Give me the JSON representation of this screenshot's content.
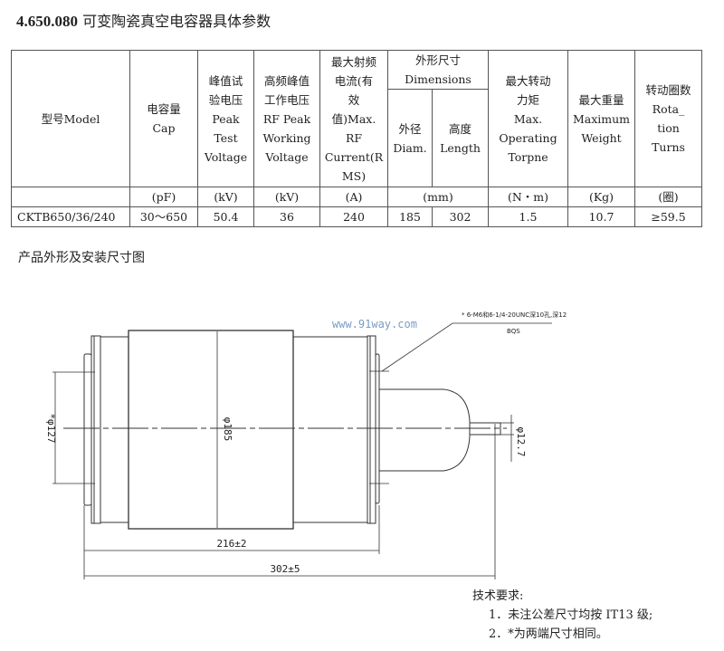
{
  "title": {
    "code": "4.650.080",
    "text": " 可变陶瓷真空电容器具体参数"
  },
  "table": {
    "headers": {
      "model": "型号Model",
      "cap": "电容量\nCap",
      "peak_test": "峰值试\n验电压\nPeak\nTest\nVoltage",
      "rf_peak": "高频峰值\n工作电压\nRF Peak\nWorking\nVoltage",
      "rf_current": "最大射频\n电流(有\n效\n值)Max.\nRF\nCurrent(R\nMS)",
      "dimensions": "外形尺寸\nDimensions",
      "diam": "外径\nDiam.",
      "length": "高度\nLength",
      "torque": "最大转动\n力矩\nMax.\nOperating\nTorpne",
      "weight": "最大重量\nMaximum\nWeight",
      "turns": "转动圈数\nRota_\ntion\nTurns"
    },
    "units": [
      "(pF)",
      "(kV)",
      "(kV)",
      "(A)",
      "(mm)",
      "(N・m)",
      "(Kg)",
      "(圈)"
    ],
    "row": [
      "CKTB650/36/240",
      "30～650",
      "50.4",
      "36",
      "240",
      "185",
      "302",
      "1.5",
      "10.7",
      "≥59.5"
    ]
  },
  "section_title": "产品外形及安装尺寸图",
  "drawing": {
    "watermark": "www.91way.com",
    "note_callout": "* 6-M6和6-1/4-20UNC深10孔,深12",
    "note_callout2": "BQS",
    "dim_flange": "*φ127",
    "dim_body": "φ185",
    "dim_shaft": "φ12.7",
    "dim_216": "216±2",
    "dim_302": "302±5"
  },
  "notes": {
    "heading": "技术要求:",
    "items": [
      "1．未注公差尺寸均按 IT13 级;",
      "2．*为两端尺寸相同。"
    ]
  }
}
